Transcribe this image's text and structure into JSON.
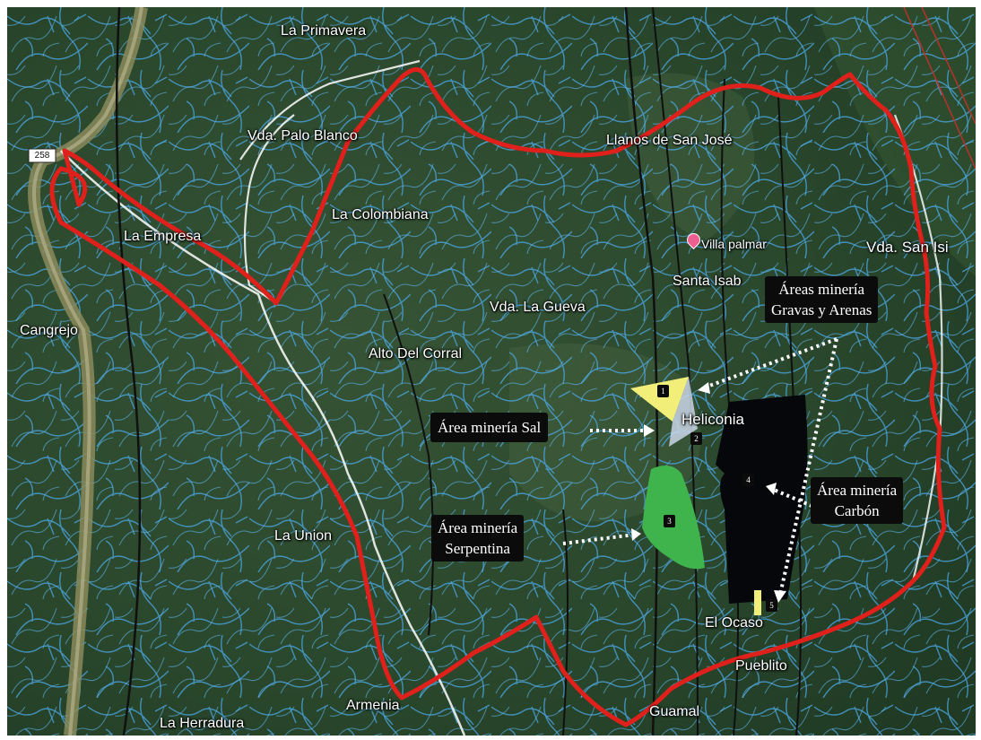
{
  "places": {
    "la_primavera": "La Primavera",
    "palo_blanco": "Vda. Palo Blanco",
    "llanos": "Llanos de San José",
    "la_colombiana": "La Colombiana",
    "la_empresa": "La Empresa",
    "villa_palmar": "Villa palmar",
    "san_isidro": "Vda. San Isi",
    "santa_isabel": "Santa Isab",
    "la_gueva": "Vda. La Gueva",
    "cangrejo": "Cangrejo",
    "alto_corral": "Alto Del Corral",
    "heliconia": "Heliconia",
    "la_union": "La Union",
    "el_ocaso": "El Ocaso",
    "pueblito": "Pueblito",
    "armenia": "Armenia",
    "la_herradura": "La Herradura",
    "guamal": "Guamal",
    "road_shield": "258"
  },
  "callouts": {
    "gravas": [
      "Áreas minería",
      "Gravas y Arenas"
    ],
    "sal": "Área minería Sal",
    "carbon": [
      "Área minería",
      "Carbón"
    ],
    "serpentina": [
      "Área minería",
      "Serpentina"
    ]
  },
  "zones": {
    "z1": "1",
    "z2": "2",
    "z3": "3",
    "z4": "4",
    "z5": "5"
  },
  "colors": {
    "boundary": "#e0201b",
    "rivers": "#4aa8e8",
    "gravas_zone": "#f2ee7a",
    "serpentina_zone": "#3fb34c",
    "carbon_zone": "#05070b",
    "sal_zone": "#c9d6e6"
  },
  "icons": [
    "map-pin-icon",
    "road-shield-icon",
    "dotted-arrow-icon"
  ]
}
